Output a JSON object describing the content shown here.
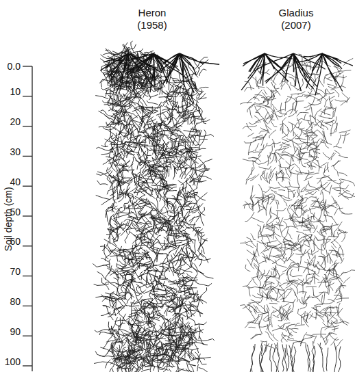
{
  "diagram": {
    "labels": [
      "Heron (1958)",
      "Gladius (2007)",
      "0.0",
      "10",
      "20",
      "30",
      "40",
      "50",
      "60",
      "70",
      "80",
      "90",
      "100",
      "Soil depth (cm)"
    ]
  }
}
